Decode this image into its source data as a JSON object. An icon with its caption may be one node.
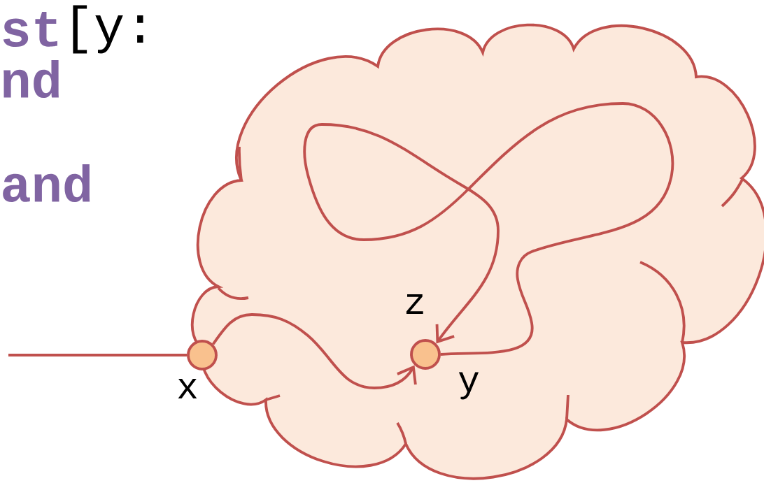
{
  "diagram": {
    "nodes": [
      {
        "text": [],
        "shape": "cloud"
      },
      {
        "text": [],
        "shape": "circle",
        "in": 0,
        "beside": [
          "x"
        ]
      },
      {
        "text": [],
        "shape": "circle",
        "in": 0,
        "beside": [
          "z",
          "y"
        ]
      }
    ],
    "edges": [
      {
        "from": null,
        "to": 1,
        "arrow": "none"
      },
      {
        "from": 1,
        "to": 2,
        "arrow": "to"
      },
      {
        "from": 2,
        "to": 2,
        "arrow": "to"
      }
    ],
    "labels": [
      "st",
      "[y:",
      "nd",
      "and"
    ]
  }
}
